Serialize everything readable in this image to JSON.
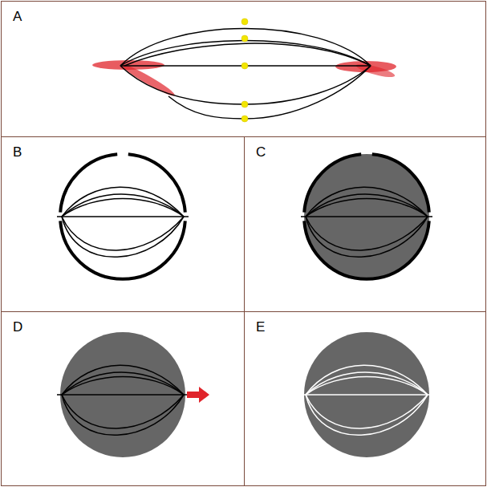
{
  "diagram": {
    "nodes": [
      {
        "text": [
          "A"
        ]
      },
      {
        "text": [
          "B"
        ]
      },
      {
        "text": [
          "C"
        ]
      },
      {
        "text": [
          "D"
        ]
      },
      {
        "text": [
          "E"
        ]
      }
    ]
  }
}
